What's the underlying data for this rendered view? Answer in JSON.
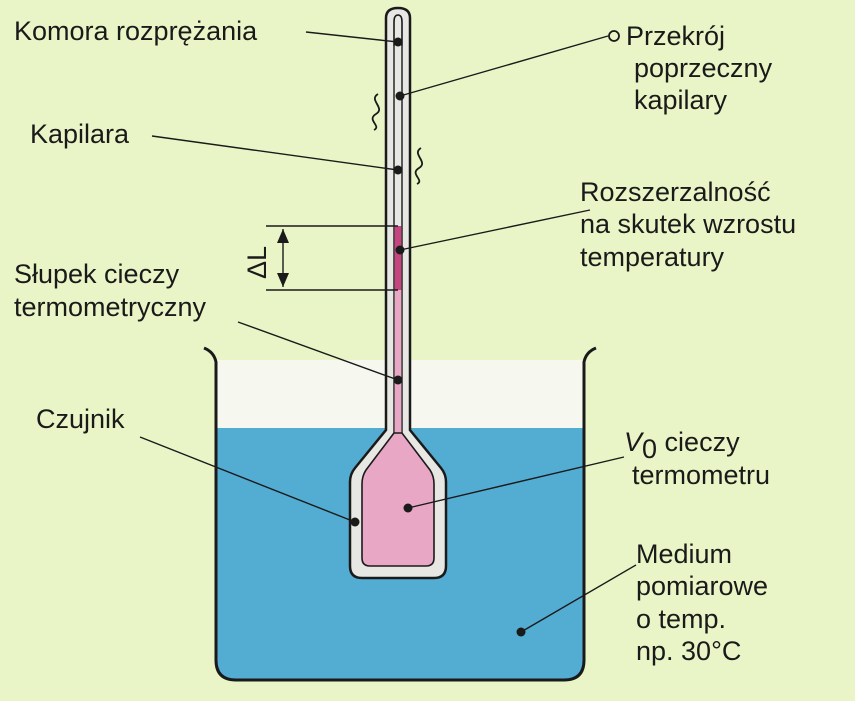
{
  "labels": {
    "expansion_chamber": "Komora rozprężania",
    "cross_section": [
      "Przekrój",
      "poprzeczny",
      "kapilary"
    ],
    "capillary": "Kapilara",
    "expansion": [
      "Rozszerzalność",
      "na skutek wzrostu",
      "temperatury"
    ],
    "delta_l": "ΔL",
    "liquid_column": [
      "Słupek cieczy",
      "termometryczny"
    ],
    "sensor": "Czujnik",
    "volume": {
      "symbol": "V",
      "subscript": "0",
      "rest": " cieczy",
      "line2": "termometru"
    },
    "medium": [
      "Medium",
      "pomiarowe",
      "o temp.",
      "np. 30°C"
    ]
  },
  "colors": {
    "background": "#e9f5c6",
    "water": "#53acd2",
    "beaker_air": "#f6f7ef",
    "glass": "#e7e8e3",
    "liquid": "#e9a7c6",
    "liquid_column": "#c7457f",
    "line": "#1a1a1a"
  }
}
